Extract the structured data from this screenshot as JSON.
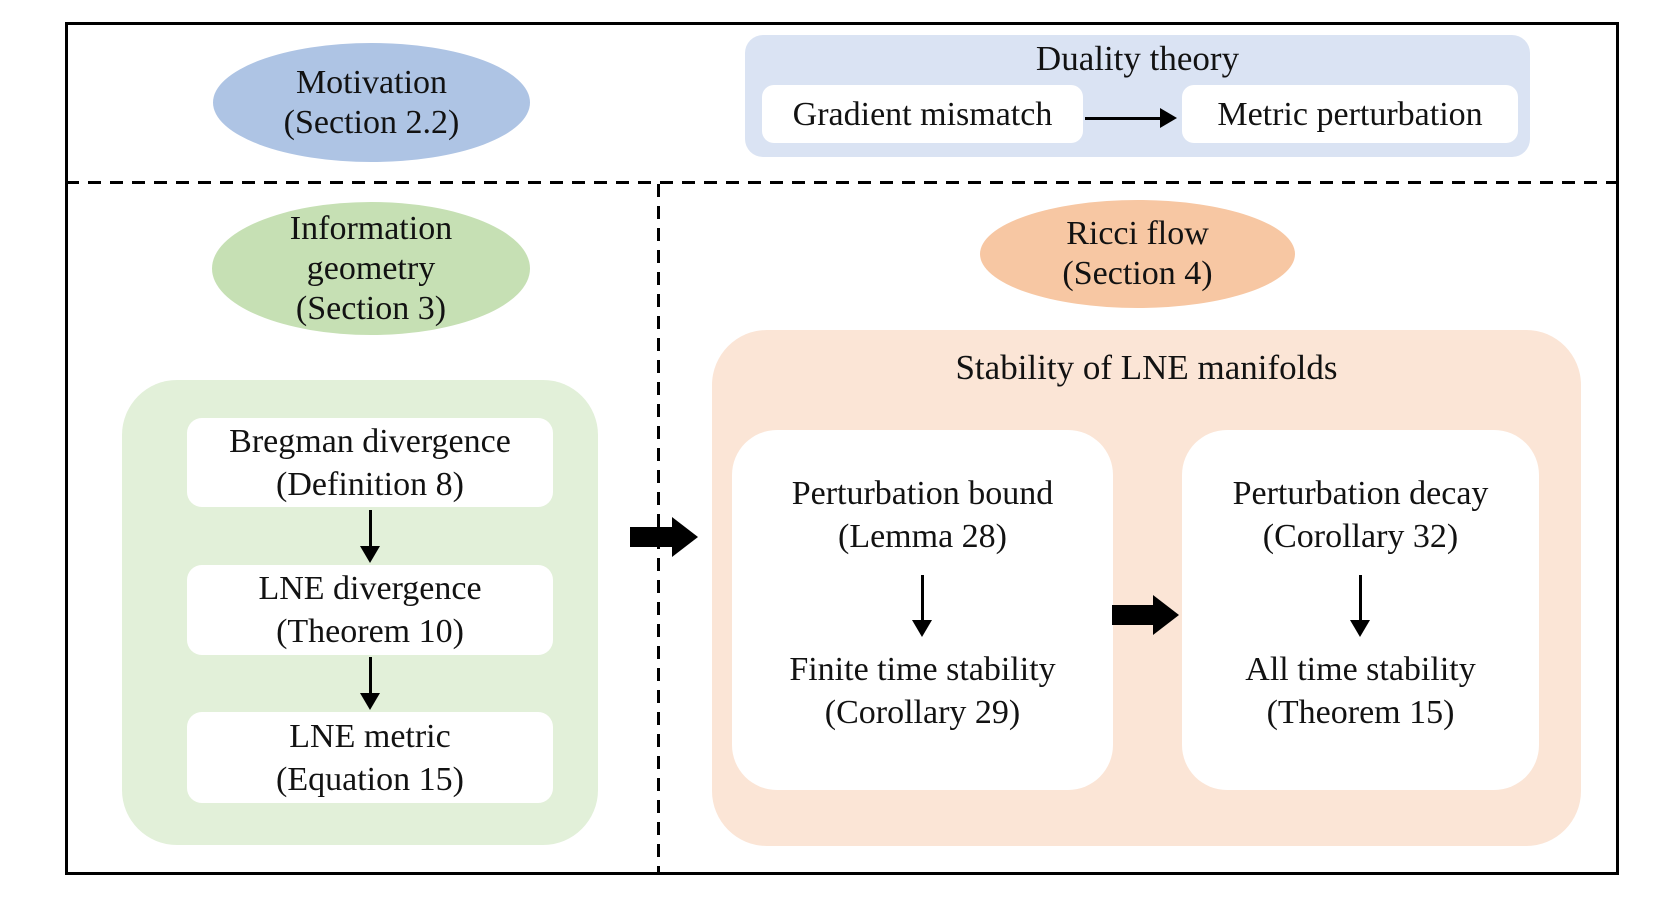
{
  "figure": {
    "motivation_ellipse": {
      "line1": "Motivation",
      "line2": "(Section 2.2)"
    },
    "duality_panel": {
      "title": "Duality theory",
      "source_node": "Gradient mismatch",
      "target_node": "Metric perturbation"
    },
    "info_geometry_ellipse": {
      "line1": "Information",
      "line2": "geometry",
      "line3": "(Section 3)"
    },
    "info_geometry_panel": {
      "nodes": [
        {
          "line1": "Bregman divergence",
          "line2": "(Definition 8)"
        },
        {
          "line1": "LNE divergence",
          "line2": "(Theorem 10)"
        },
        {
          "line1": "LNE metric",
          "line2": "(Equation 15)"
        }
      ]
    },
    "ricci_ellipse": {
      "line1": "Ricci flow",
      "line2": "(Section 4)"
    },
    "stability_panel": {
      "title": "Stability of LNE manifolds",
      "finite_column": {
        "top": {
          "line1": "Perturbation bound",
          "line2": "(Lemma 28)"
        },
        "bottom": {
          "line1": "Finite time stability",
          "line2": "(Corollary 29)"
        }
      },
      "alltime_column": {
        "top": {
          "line1": "Perturbation decay",
          "line2": "(Corollary 32)"
        },
        "bottom": {
          "line1": "All time stability",
          "line2": "(Theorem 15)"
        }
      }
    },
    "colors": {
      "blue_ellipse": "#aec4e4",
      "blue_panel": "#dae3f3",
      "green_ellipse": "#c6e0b4",
      "green_panel": "#e2f0d9",
      "orange_ellipse": "#f7c7a3",
      "orange_panel": "#fbe5d6",
      "line": "#000000"
    }
  }
}
